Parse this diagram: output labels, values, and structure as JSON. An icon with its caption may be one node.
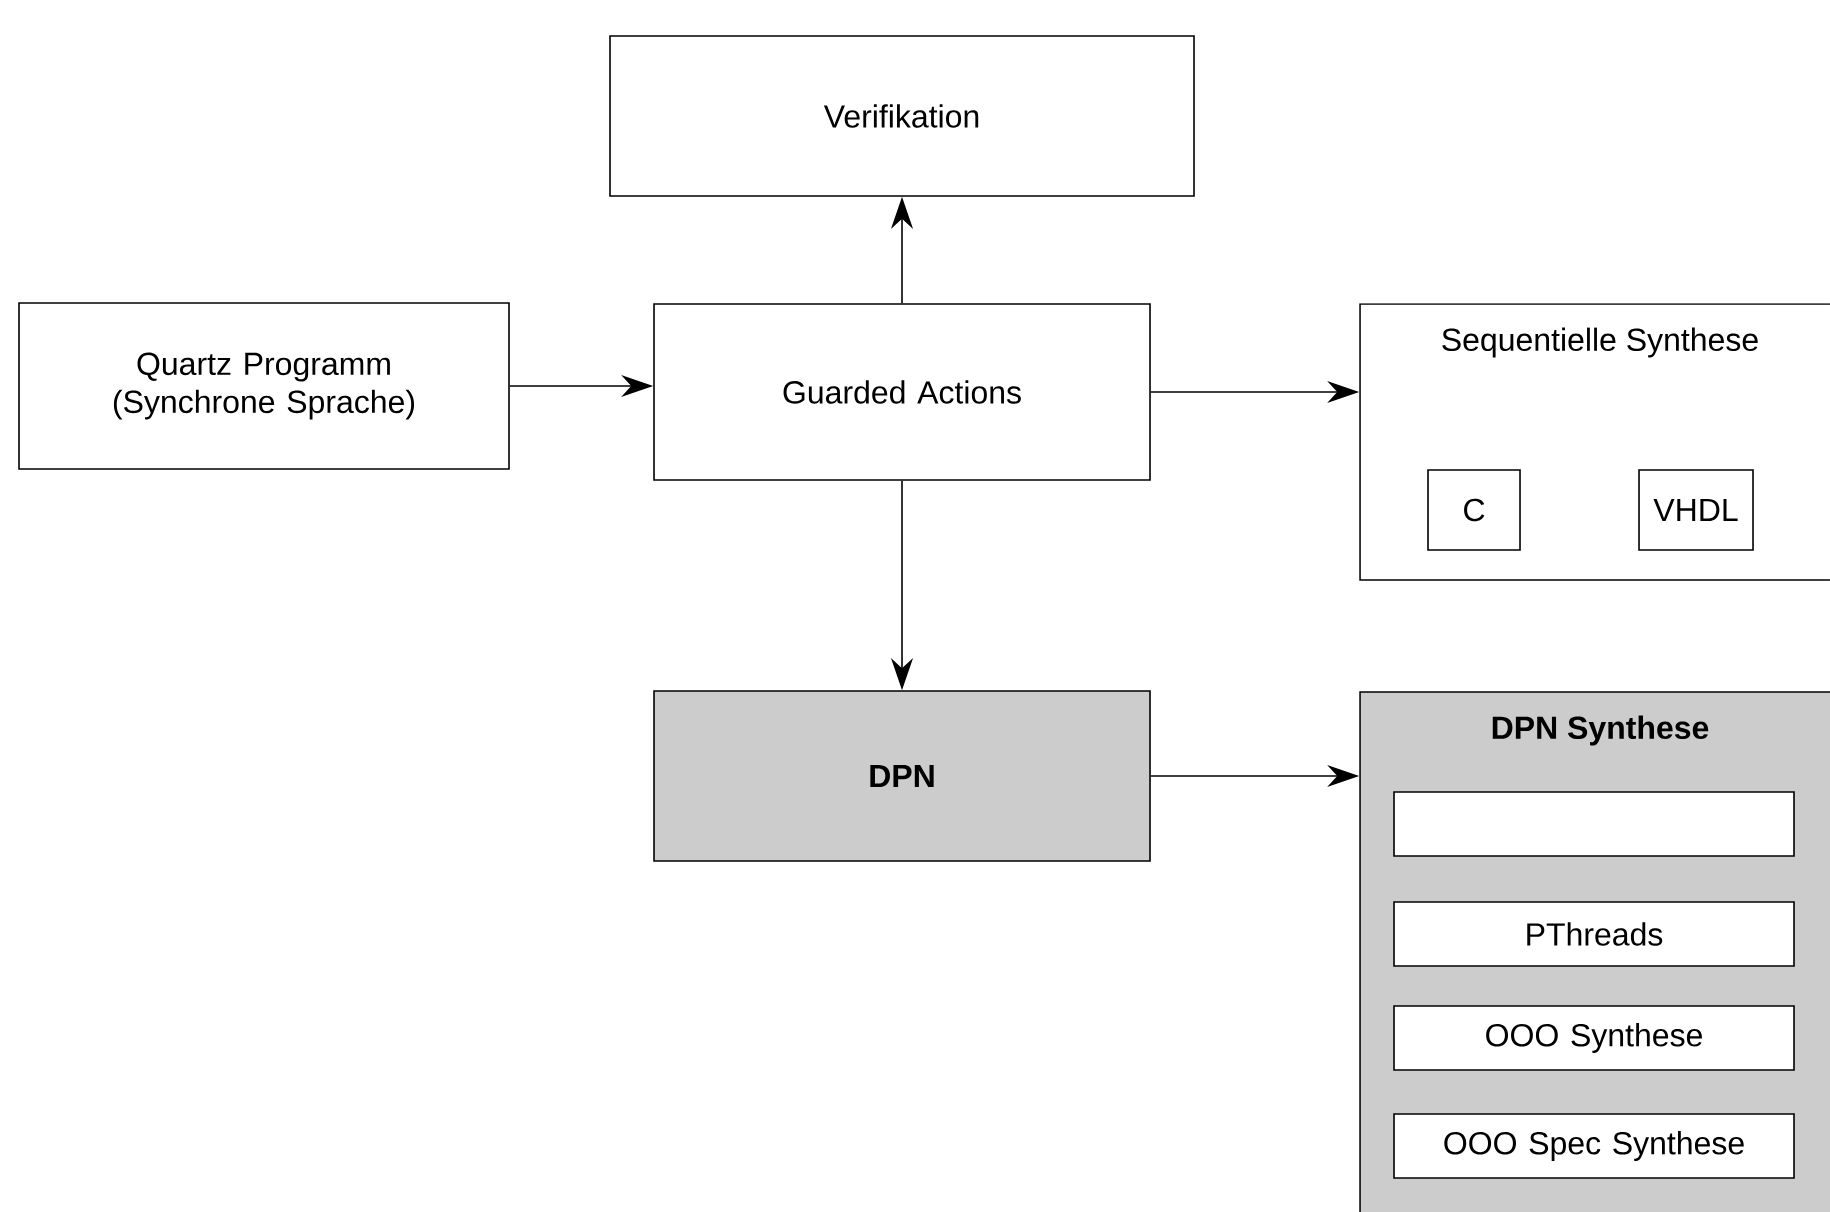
{
  "diagram": {
    "nodes": [
      {
        "text": [
          "Verifikation"
        ]
      },
      {
        "text": [
          "Quartz Programm (Synchrone Sprache)"
        ]
      },
      {
        "text": [
          "Guarded Actions"
        ]
      },
      {
        "text": [
          "Sequentielle Synthese"
        ]
      },
      {
        "text": [
          "C"
        ],
        "in": 3
      },
      {
        "text": [
          "VHDL"
        ],
        "in": 3
      },
      {
        "text": [
          "DPN"
        ]
      },
      {
        "text": [
          "DPN Synthese"
        ]
      },
      {
        "text": [],
        "shape": "box",
        "in": 7
      },
      {
        "text": [
          "PThreads"
        ],
        "in": 7
      },
      {
        "text": [
          "OOO Synthese"
        ],
        "in": 7
      },
      {
        "text": [
          "OOO Spec Synthese"
        ],
        "in": 7
      }
    ],
    "edges": [
      {
        "from": 1,
        "to": 2,
        "arrow": "to"
      },
      {
        "from": 2,
        "to": 0,
        "arrow": "to"
      },
      {
        "from": 2,
        "to": 3,
        "arrow": "to"
      },
      {
        "from": 2,
        "to": 6,
        "arrow": "to"
      },
      {
        "from": 6,
        "to": 7,
        "arrow": "to"
      }
    ]
  }
}
